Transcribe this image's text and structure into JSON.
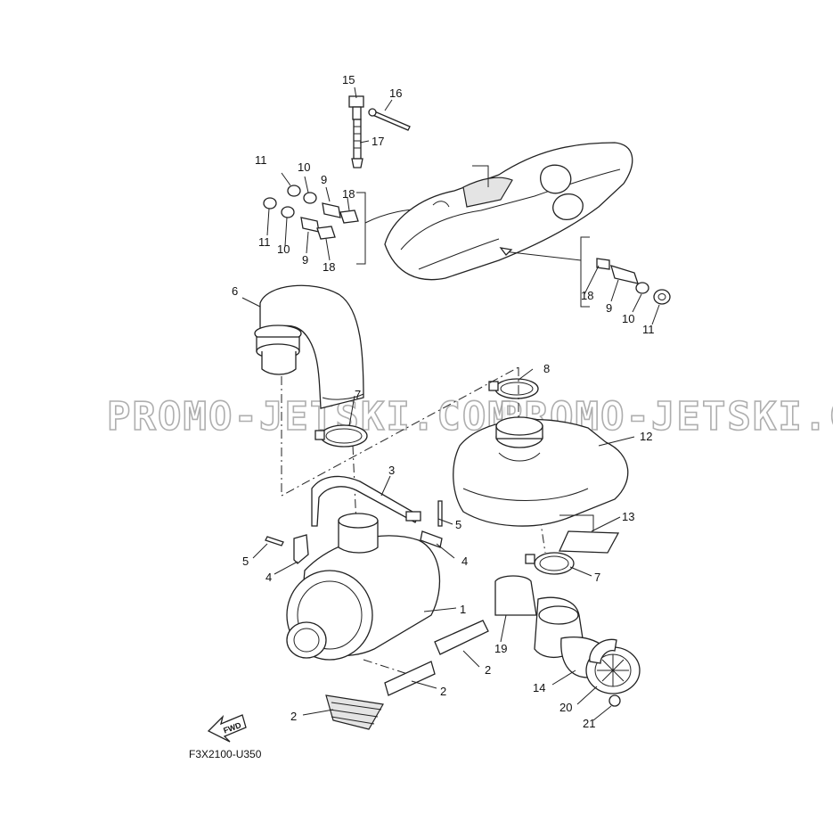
{
  "diagram": {
    "drawing_code": "F3X2100-U350",
    "fwd_label": "FWD",
    "watermark": "PROMO-JETSKI.COM",
    "callouts": {
      "p1": "1",
      "p2a": "2",
      "p2b": "2",
      "p2c": "2",
      "p3": "3",
      "p4a": "4",
      "p4b": "4",
      "p5a": "5",
      "p5b": "5",
      "p6": "6",
      "p7a": "7",
      "p7b": "7",
      "p8": "8",
      "p9a": "9",
      "p9b": "9",
      "p9c": "9",
      "p10a": "10",
      "p10b": "10",
      "p10c": "10",
      "p11a": "11",
      "p11b": "11",
      "p11c": "11",
      "p12": "12",
      "p13": "13",
      "p14": "14",
      "p15": "15",
      "p16": "16",
      "p17": "17",
      "p18a": "18",
      "p18b": "18",
      "p18c": "18",
      "p19": "19",
      "p20": "20",
      "p21": "21"
    }
  }
}
